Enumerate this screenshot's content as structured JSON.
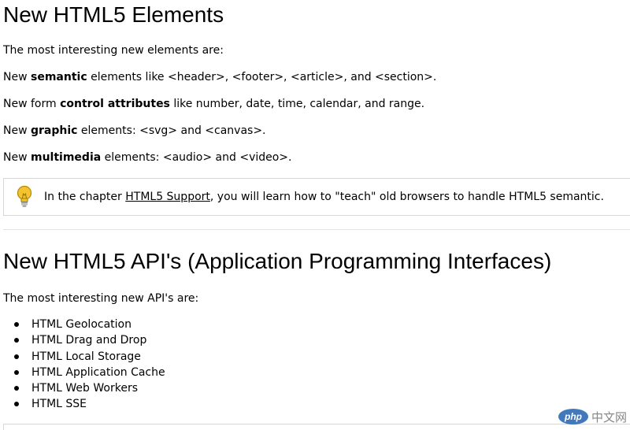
{
  "section1": {
    "title": "New HTML5 Elements",
    "intro": "The most interesting new elements are:",
    "lines": [
      {
        "before": "New ",
        "bold": "semantic",
        "after": " elements like <header>, <footer>, <article>, and <section>."
      },
      {
        "before": "New form ",
        "bold": "control attributes",
        "after": " like number, date, time, calendar, and range."
      },
      {
        "before": "New ",
        "bold": "graphic",
        "after": " elements: <svg> and <canvas>."
      },
      {
        "before": "New ",
        "bold": "multimedia",
        "after": " elements: <audio> and <video>."
      }
    ]
  },
  "note": {
    "icon": "lightbulb-icon",
    "before": "In the chapter ",
    "link": "HTML5 Support",
    "after": ", you will learn how to \"teach\" old browsers to handle HTML5 semantic."
  },
  "section2": {
    "title": "New HTML5 API's (Application Programming Interfaces)",
    "intro": "The most interesting new API's are:",
    "items": [
      "HTML Geolocation",
      "HTML Drag and Drop",
      "HTML Local Storage",
      "HTML Application Cache",
      "HTML Web Workers",
      "HTML SSE"
    ]
  },
  "watermark": {
    "logo": "php",
    "text": "中文网"
  },
  "colors": {
    "text": "#000000",
    "border": "#d6d6d6",
    "bulb": "#f4c430",
    "watermark_logo": "#2e6bb5",
    "watermark_text": "#7a7a7a"
  }
}
